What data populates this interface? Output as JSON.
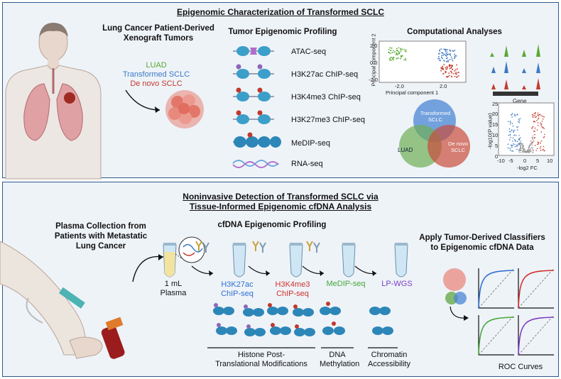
{
  "top": {
    "title": "Epigenomic Characterization of Transformed SCLC",
    "pdx_header": "Lung Cancer Patient-Derived\nXenograft Tumors",
    "groups": [
      {
        "label": "LUAD",
        "color": "#5aa832"
      },
      {
        "label": "Transformed SCLC",
        "color": "#3b79c4"
      },
      {
        "label": "De novo SCLC",
        "color": "#c43a2c"
      }
    ],
    "profiling_header": "Tumor Epigenomic Profiling",
    "assays": [
      "ATAC-seq",
      "H3K27ac ChIP-seq",
      "H3K4me3 ChIP-seq",
      "H3K27me3 ChIP-seq",
      "MeDIP-seq",
      "RNA-seq"
    ],
    "analyses_header": "Computational Analyses",
    "pca": {
      "xlabel": "Principal component 1",
      "ylabel": "Principal component 2",
      "xticks": [
        "-2.0",
        "2.0"
      ],
      "yticks": [
        "2.0",
        "0.0",
        "-2.0"
      ]
    },
    "track_label": "Gene",
    "venn": [
      "Transformed SCLC",
      "LUAD",
      "De novo SCLC"
    ],
    "volcano": {
      "xlabel": "-log2 FC",
      "ylabel": "-log10(P value)",
      "xticks": [
        "-10",
        "-5",
        "0",
        "5",
        "10"
      ],
      "yticks": [
        "0",
        "5",
        "10",
        "15",
        "20",
        "25"
      ]
    }
  },
  "bottom": {
    "title_line1": "Noninvasive Detection of Transformed SCLC via",
    "title_line2": "Tissue-Informed Epigenomic cfDNA Analysis",
    "plasma_header": "Plasma Collection from\nPatients with Metastatic\nLung Cancer",
    "cfdna_header": "cfDNA Epigenomic Profiling",
    "plasma_label": "1 mL\nPlasma",
    "assays": [
      {
        "label": "H3K27ac\nChIP-seq",
        "color": "#2f6fd0"
      },
      {
        "label": "H3K4me3\nChIP-seq",
        "color": "#d0322a"
      },
      {
        "label": "MeDIP-seq",
        "color": "#47a83a"
      },
      {
        "label": "LP-WGS",
        "color": "#7b3fc4"
      }
    ],
    "categories": [
      "Histone Post-\nTranslational Modifications",
      "DNA\nMethylation",
      "Chromatin\nAccessibility"
    ],
    "classifier_header": "Apply Tumor-Derived Classifiers\nto Epigenomic cfDNA Data",
    "roc_label": "ROC Curves",
    "roc_colors": [
      "#2f6fd0",
      "#d0322a",
      "#47a83a",
      "#7b3fc4"
    ]
  }
}
